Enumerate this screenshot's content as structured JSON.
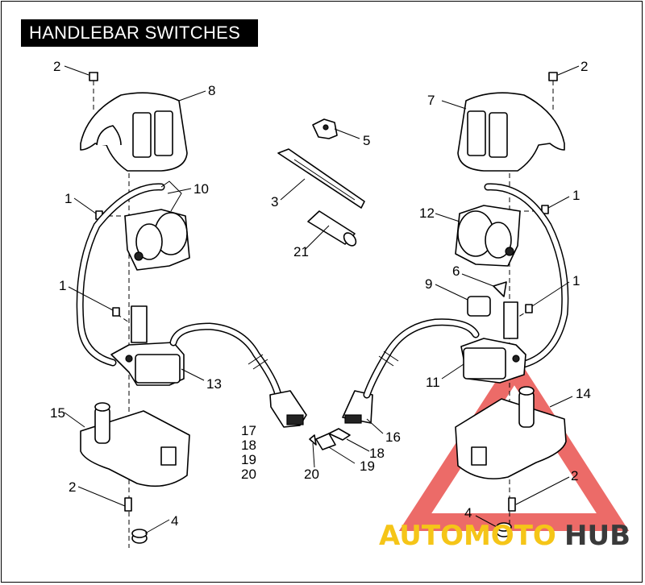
{
  "title": "HANDLEBAR SWITCHES",
  "callouts": {
    "c1a": "1",
    "c1b": "1",
    "c1c": "1",
    "c1d": "1",
    "c2a": "2",
    "c2b": "2",
    "c2c": "2",
    "c2d": "2",
    "c3": "3",
    "c4a": "4",
    "c4b": "4",
    "c5": "5",
    "c6": "6",
    "c7": "7",
    "c8": "8",
    "c9": "9",
    "c10": "10",
    "c11": "11",
    "c12": "12",
    "c13": "13",
    "c14": "14",
    "c15": "15",
    "c16": "16",
    "c17": "17",
    "c18a": "18",
    "c18b": "18",
    "c19a": "19",
    "c19b": "19",
    "c20a": "20",
    "c20b": "20",
    "c21": "21"
  },
  "watermark": {
    "part1": "AUTOMOTO",
    "part2": "HUB",
    "color1": "#F5C518",
    "color2": "#3a3a3a",
    "triangle_color": "#E53935"
  }
}
